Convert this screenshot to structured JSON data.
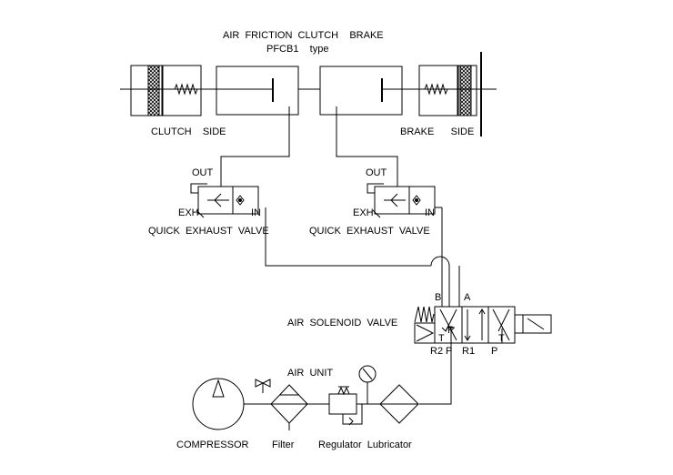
{
  "title": {
    "line1": "AIR  FRICTION  CLUTCH    BRAKE",
    "line2": "PFCB1    type"
  },
  "clutch_side_label": "CLUTCH    SIDE",
  "brake_side_label": "BRAKE      SIDE",
  "quick_exhaust_valves": [
    {
      "name": "QUICK  EXHAUST  VALVE",
      "out": "OUT",
      "exh": "EXH",
      "in": "IN"
    },
    {
      "name": "QUICK  EXHAUST  VALVE",
      "out": "OUT",
      "exh": "EXH",
      "in": "IN"
    }
  ],
  "solenoid_valve": {
    "name": "AIR  SOLENOID  VALVE",
    "port_b": "B",
    "port_a": "A",
    "port_t_left": "T",
    "port_p_top": "P",
    "port_t_right": "T",
    "port_r2": "R2",
    "port_p_bottom": "P",
    "port_r1": "R1",
    "port_p_right": "P"
  },
  "air_unit_label": "AIR  UNIT",
  "components": {
    "compressor": "COMPRESSOR",
    "filter": "Filter",
    "regulator_lubricator": "Regulator  Lubricator"
  },
  "icons": [
    "spring-icon",
    "friction-disc-icon",
    "check-valve-icon",
    "solenoid-coil-icon",
    "pressure-gauge-icon",
    "drain-valve-icon"
  ]
}
